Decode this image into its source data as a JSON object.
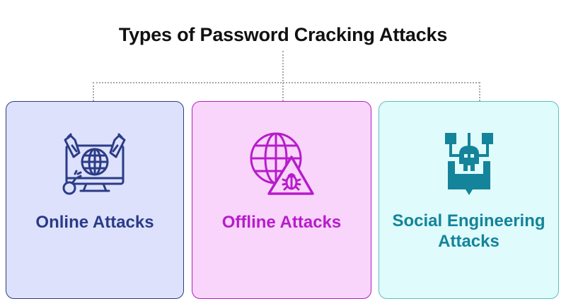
{
  "diagram": {
    "title": "Types of Password Cracking Attacks",
    "colors": {
      "connector": "#a8a8a8",
      "online": {
        "bg": "#dde1fc",
        "border": "#2d3e7f",
        "text": "#2b3c86"
      },
      "offline": {
        "bg": "#f9d5fb",
        "border": "#b21fc0",
        "text": "#b71ccb"
      },
      "social": {
        "bg": "#dffbfc",
        "border": "#5fbdbf",
        "text": "#13849a"
      }
    },
    "cards": [
      {
        "label": "Online Attacks",
        "icon": "monitor-globe-rockets-bomb-icon"
      },
      {
        "label": "Offline Attacks",
        "icon": "globe-bug-warning-icon"
      },
      {
        "label_line1": "Social Engineering",
        "label_line2": "Attacks",
        "icon": "skull-network-shield-icon"
      }
    ]
  }
}
